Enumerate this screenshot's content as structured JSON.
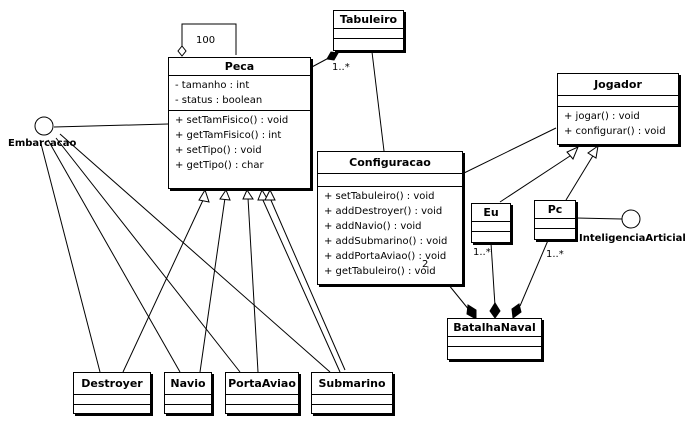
{
  "classes": {
    "tabuleiro": {
      "name": "Tabuleiro"
    },
    "peca": {
      "name": "Peca",
      "attributes": [
        "- tamanho : int",
        "- status : boolean"
      ],
      "operations": [
        "+ setTamFisico() : void",
        "+ getTamFisico() : int",
        "+ setTipo() : void",
        "+ getTipo() : char"
      ]
    },
    "jogador": {
      "name": "Jogador",
      "operations": [
        "+ jogar() : void",
        "+ configurar() : void"
      ]
    },
    "configuracao": {
      "name": "Configuracao",
      "operations": [
        "+ setTabuleiro() : void",
        "+ addDestroyer() : void",
        "+ addNavio() : void",
        "+ addSubmarino() : void",
        "+ addPortaAviao() : void",
        "+ getTabuleiro() : void"
      ]
    },
    "eu": {
      "name": "Eu"
    },
    "pc": {
      "name": "Pc"
    },
    "batalhanaval": {
      "name": "BatalhaNaval"
    },
    "destroyer": {
      "name": "Destroyer"
    },
    "navio": {
      "name": "Navio"
    },
    "portaaviao": {
      "name": "PortaAviao"
    },
    "submarino": {
      "name": "Submarino"
    }
  },
  "interfaces": {
    "embarcacao": "Embarcacao",
    "inteligencia": "InteligenciaArticial"
  },
  "multiplicities": {
    "self_loop": "100",
    "tabuleiro_peca": "1..*",
    "eu_batalha": "1..*",
    "pc_batalha": "1..*",
    "config_batalha": "2"
  }
}
